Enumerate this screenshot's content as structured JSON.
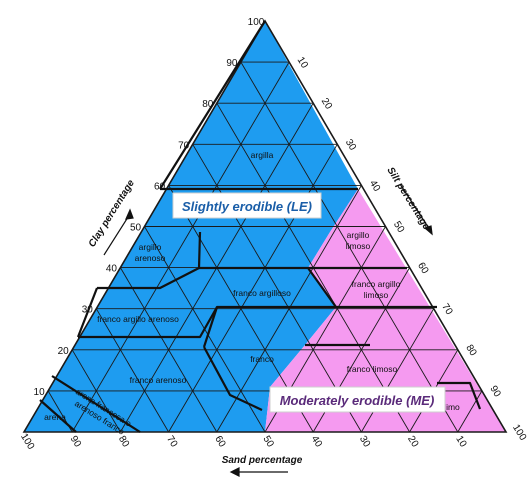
{
  "diagram": {
    "colors": {
      "slightly_erodible": "#1e9cf0",
      "moderately_erodible": "#f59af0",
      "lines": "#1a1a1a",
      "le_label_text": "#1a5ea8",
      "me_label_text": "#5a2a7a"
    },
    "zones": {
      "slightly_erodible": "Slightly erodible (LE)",
      "moderately_erodible": "Moderately erodible (ME)"
    },
    "axes": {
      "clay": "Clay percentage",
      "silt": "Silt percentage",
      "sand": "Sand percentage"
    },
    "ticks": {
      "clay": [
        "10",
        "20",
        "30",
        "40",
        "50",
        "60",
        "70",
        "80",
        "90",
        "100"
      ],
      "silt": [
        "10",
        "20",
        "30",
        "40",
        "50",
        "60",
        "70",
        "80",
        "90",
        "100"
      ],
      "sand": [
        "100",
        "90",
        "80",
        "70",
        "60",
        "50",
        "40",
        "30",
        "20",
        "10"
      ]
    },
    "classes": {
      "argilla": "argilla",
      "argillo_arenoso_1": "argillo",
      "argillo_arenoso_2": "arenoso",
      "argillo_limoso_1": "argillo",
      "argillo_limoso_2": "limoso",
      "franco_argilloso": "franco argilloso",
      "franco_argillo_limoso_1": "franco argillo",
      "franco_argillo_limoso_2": "limoso",
      "franco_argillo_arenoso": "franco argillo arenoso",
      "franco": "franco",
      "franco_arenoso": "franco arenoso",
      "franco_limoso": "franco limoso",
      "limo": "limo",
      "sabbia": "arena",
      "sabbia_franca_1": "arena francosa o",
      "sabbia_franca_2": "arenoso franco"
    }
  }
}
